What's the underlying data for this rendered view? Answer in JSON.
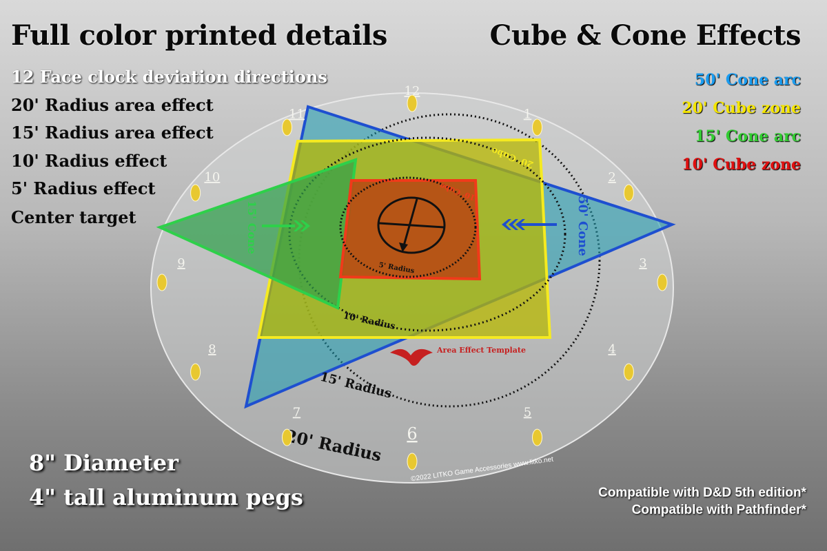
{
  "headings": {
    "left": "Full color printed details",
    "right": "Cube & Cone Effects"
  },
  "features": [
    "12 Face clock deviation directions",
    "20' Radius area effect",
    "15' Radius area effect",
    "10' Radius effect",
    "5' Radius effect",
    "Center target"
  ],
  "legend": [
    {
      "label": "50' Cone arc",
      "color": "#1a9cf0"
    },
    {
      "label": "20' Cube zone",
      "color": "#f5e600"
    },
    {
      "label": "15' Cone arc",
      "color": "#33cc33"
    },
    {
      "label": "10' Cube zone",
      "color": "#e01010"
    }
  ],
  "specs": [
    "8\" Diameter",
    "4\" tall aluminum pegs"
  ],
  "compatibility": [
    "Compatible with D&D 5th edition*",
    "Compatible with Pathfinder*"
  ],
  "template": {
    "clock_numbers": [
      "12",
      "1",
      "2",
      "3",
      "4",
      "5",
      "6",
      "7",
      "8",
      "9",
      "10",
      "11"
    ],
    "radius_labels": {
      "r20": "20' Radius",
      "r15": "15' Radius",
      "r10": "10' Radius",
      "r5": "5' Radius"
    },
    "cone_labels": {
      "cone50": "50' Cone",
      "cone15": "15' Cone"
    },
    "cube_labels": {
      "cube20": "20' Cube",
      "cube10": "10' Cube"
    },
    "brand_text": "Area Effect Template",
    "copyright": "©2022 LITKO Game Accessories www.litko.net"
  },
  "colors": {
    "cone50": "#1e4fd0",
    "cube20": "#f2e620",
    "cone15": "#2ed04a",
    "cube10": "#f03a1a"
  }
}
